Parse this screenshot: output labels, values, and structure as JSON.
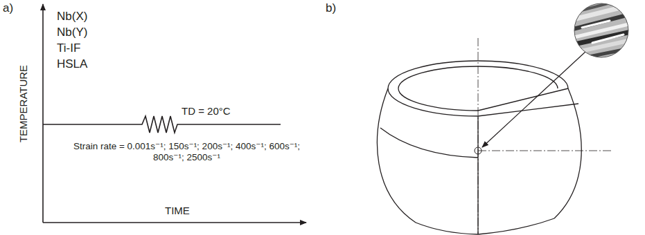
{
  "diagram": {
    "labels": [
      "a)",
      "b)",
      "Nb(X)",
      "Nb(Y)",
      "Ti-IF",
      "HSLA",
      "TEMPERATURE",
      "TIME",
      "TD = 20°C",
      "Strain rate = 0.001s⁻¹; 150s⁻¹; 200s⁻¹; 400s⁻¹; 600s⁻¹; 800s⁻¹; 2500s⁻¹"
    ]
  }
}
